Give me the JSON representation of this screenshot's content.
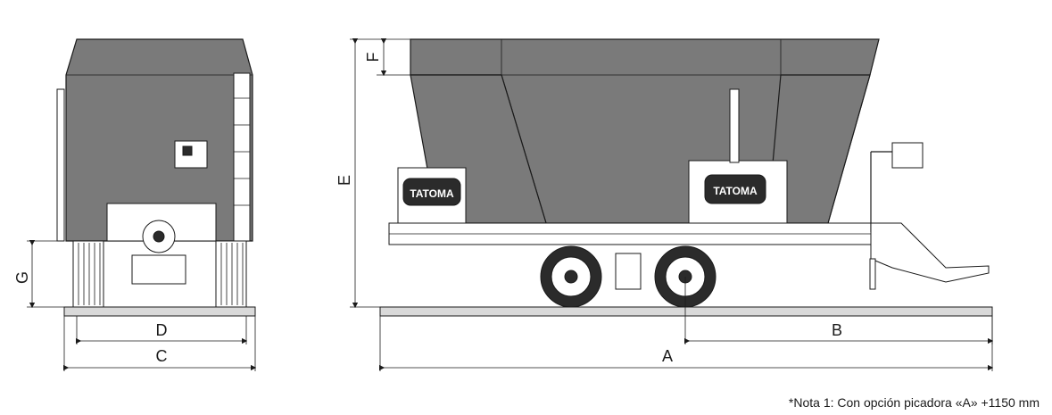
{
  "dimensions": {
    "A": "A",
    "B": "B",
    "C": "C",
    "D": "D",
    "E": "E",
    "F": "F",
    "G": "G"
  },
  "brand": {
    "logo_text": "TATOMA"
  },
  "note": {
    "text": "*Nota 1: Con opción picadora «A» +1150 mm"
  }
}
